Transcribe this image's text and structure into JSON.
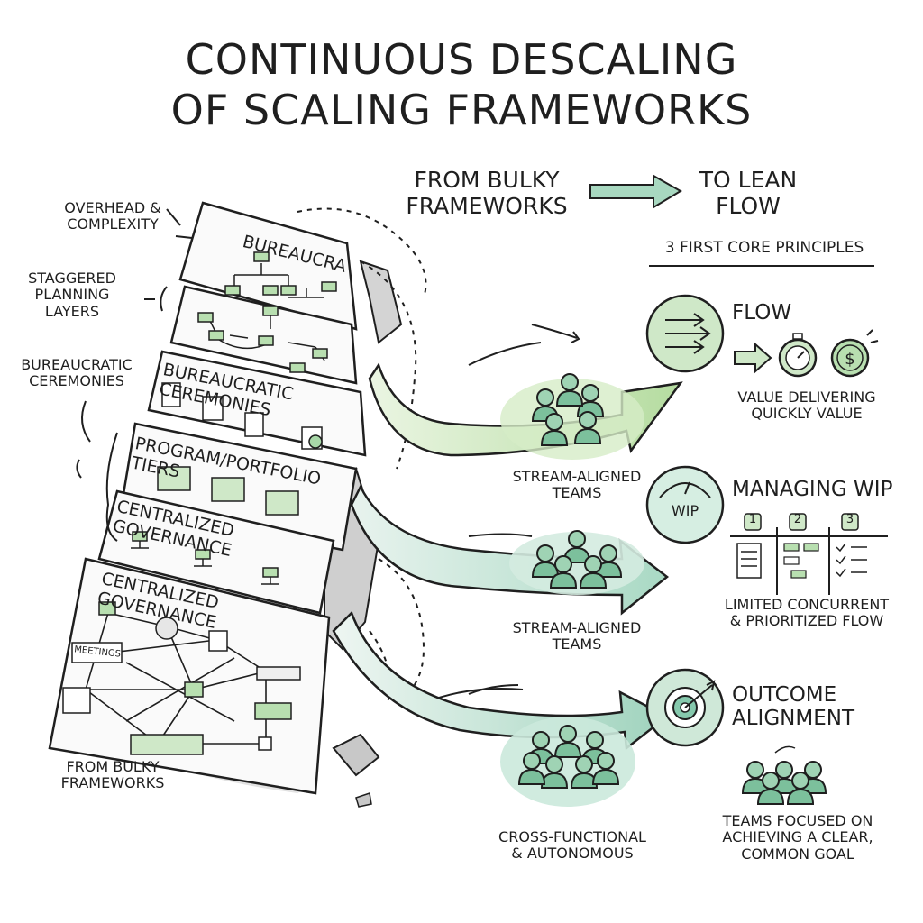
{
  "title": {
    "line1": "CONTINUOUS DESCALING",
    "line2": "OF SCALING FRAMEWORKS"
  },
  "header": {
    "from": "FROM BULKY\nFRAMEWORKS",
    "to": "TO LEAN\nFLOW",
    "principles_heading": "3 FIRST CORE PRINCIPLES"
  },
  "left_labels": {
    "overhead": "OVERHEAD &\nCOMPLEXITY",
    "staggered": "STAGGERED\nPLANNING\nLAYERS",
    "ceremonies": "BUREAUCRATIC\nCEREMONIES",
    "bottom": "FROM BULKY\nFRAMEWORKS"
  },
  "stack_layers": {
    "bureaucracy": "BUREAUCRA",
    "ceremonies": "BUREAUCRATIC CEREMONIES",
    "tiers": "PROGRAM/PORTFOLIO TIERS",
    "governance1": "CENTRALIZED GOVERNANCE",
    "governance2": "CENTRALIZED GOVERNANCE",
    "meetings": "MEETINGS"
  },
  "teams": [
    {
      "label": "STREAM-ALIGNED\nTEAMS"
    },
    {
      "label": "STREAM-ALIGNED\nTEAMS"
    },
    {
      "label": "CROSS-FUNCTIONAL\n& AUTONOMOUS"
    }
  ],
  "principles": [
    {
      "title": "FLOW",
      "description": "VALUE DELIVERING\nQUICKLY VALUE",
      "icon": "flow-arrows-icon"
    },
    {
      "title": "MANAGING WIP",
      "description": "LIMITED CONCURRENT\n& PRIORITIZED FLOW",
      "icon": "wip-gauge-icon",
      "badge": "WIP",
      "columns": [
        "1",
        "2",
        "3"
      ]
    },
    {
      "title": "OUTCOME\nALIGNMENT",
      "description": "TEAMS FOCUSED ON\nACHIEVING A CLEAR,\nCOMMON GOAL",
      "icon": "target-icon"
    }
  ],
  "colors": {
    "ink": "#1f1f1f",
    "green_light": "#cfe8c8",
    "green_mid": "#a8d8a8",
    "teal": "#86c9ad",
    "gray": "#d9d9d9"
  }
}
